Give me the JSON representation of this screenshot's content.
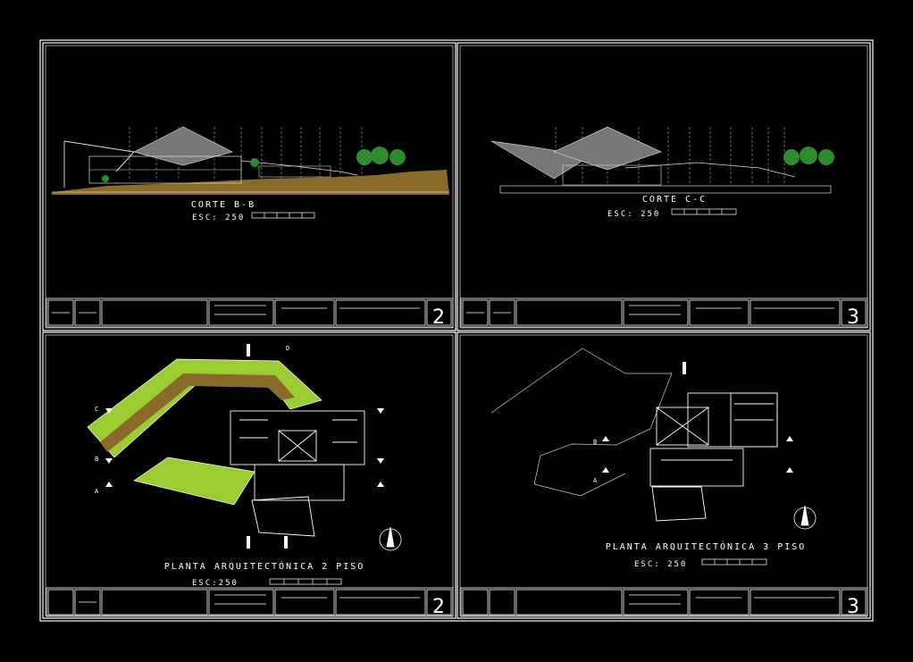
{
  "panels": {
    "top_left": {
      "title": "CORTE B-B",
      "scale": "ESC: 250",
      "sheet_number": "2"
    },
    "top_right": {
      "title": "CORTE C-C",
      "scale": "ESC: 250",
      "sheet_number": "3"
    },
    "bottom_left": {
      "title": "PLANTA ARQUITECTÓNICA 2 PISO",
      "scale": "ESC:250",
      "sheet_number": "2"
    },
    "bottom_right": {
      "title": "PLANTA ARQUITECTÓNICA 3 PISO",
      "scale": "ESC: 250",
      "sheet_number": "3"
    }
  },
  "section_markers": {
    "b": "B",
    "c": "C",
    "a": "A",
    "d": "D"
  },
  "colors": {
    "background": "#000000",
    "frame": "#ffffff",
    "terrain": "#8a6a2a",
    "green_area": "#9acd32",
    "trees": "#2e8b2e",
    "axis": "#b0b0b0"
  }
}
